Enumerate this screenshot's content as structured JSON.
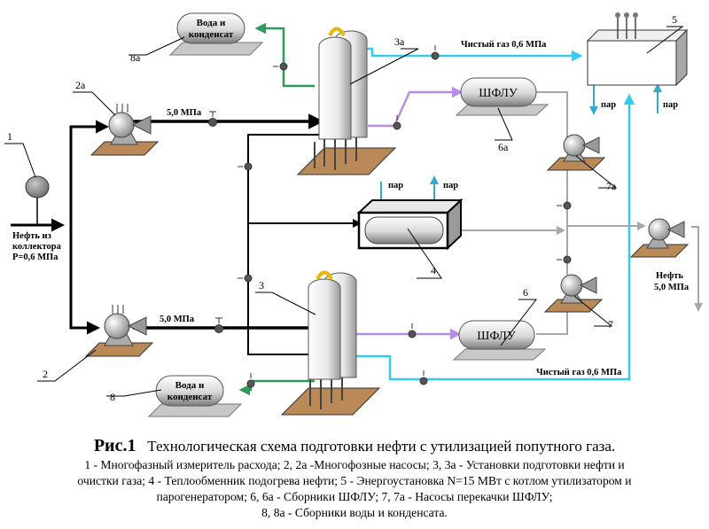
{
  "labels": {
    "n1": "1",
    "n2": "2",
    "n2a": "2a",
    "n3": "3",
    "n3a": "3a",
    "n4": "4",
    "n5": "5",
    "n6": "6",
    "n6a": "6a",
    "n7": "7",
    "n7a": "7a",
    "n8": "8",
    "n8a": "8a"
  },
  "tanks": {
    "water_top": [
      "Вода и",
      "конденсат"
    ],
    "water_bottom": [
      "Вода и",
      "конденсат"
    ],
    "shflu_top": "ШФЛУ",
    "shflu_bottom": "ШФЛУ"
  },
  "text": {
    "oil_in": [
      "Нефть из",
      "коллектора",
      "P=0,6 МПа"
    ],
    "pressure_top": "5,0 МПа",
    "pressure_bottom": "5,0 МПа",
    "clean_gas_top": "Чистый газ 0,6 МПа",
    "clean_gas_bottom": "Чистый газ 0,6 МПа",
    "steam": "пар",
    "oil_out": [
      "Нефть",
      "5,0 МПа"
    ]
  },
  "caption": {
    "fig": "Рис.1",
    "title": "Технологическая схема подготовки нефти с утилизацией попутного газа.",
    "lines": [
      "1 - Многофазный измеритель расхода; 2, 2а -Многофозные насосы; 3, 3а - Установки подготовки нефти и",
      "очистки газа; 4 - Теплообменник подогрева нефти; 5 - Энергоустановка N=15 МВт с котлом утилизатором и",
      "парогенератором; 6, 6а - Сборники ШФЛУ; 7, 7а - Насосы перекачки ШФЛУ;",
      "8, 8а - Сборники воды и конденсата."
    ]
  },
  "colors": {
    "oil": "#000000",
    "water": "#2e9a5a",
    "gas": "#33ccee",
    "shflu": "#b48ee8",
    "grey_line": "#a8a8a8",
    "platform": "#b98a57"
  }
}
